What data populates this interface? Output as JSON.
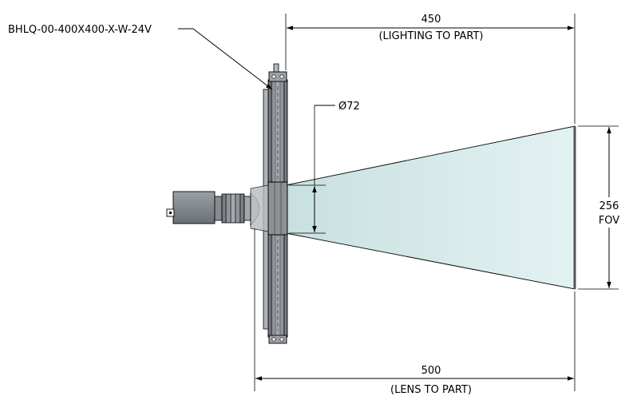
{
  "part_label": "BHLQ-00-400X400-X-W-24V",
  "dim_lighting": {
    "value": "450",
    "note": "(LIGHTING TO PART)"
  },
  "dim_lens": {
    "value": "500",
    "note": "(LENS TO PART)"
  },
  "dim_aperture": {
    "value": "72",
    "symbol": "Ø"
  },
  "dim_fov": {
    "value": "256",
    "note": "FOV"
  },
  "colors": {
    "cone_fill": "#d7ebeb",
    "metal": "#8a8f95",
    "camera": "#7d8287"
  }
}
